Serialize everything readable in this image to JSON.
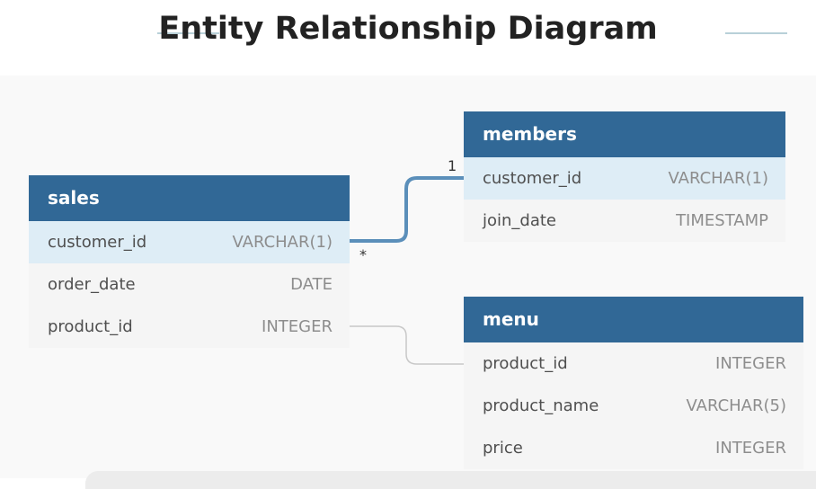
{
  "title": "Entity Relationship Diagram",
  "tables": {
    "sales": {
      "name": "sales",
      "rows": [
        {
          "column": "customer_id",
          "type": "VARCHAR(1)"
        },
        {
          "column": "order_date",
          "type": "DATE"
        },
        {
          "column": "product_id",
          "type": "INTEGER"
        }
      ]
    },
    "members": {
      "name": "members",
      "rows": [
        {
          "column": "customer_id",
          "type": "VARCHAR(1)"
        },
        {
          "column": "join_date",
          "type": "TIMESTAMP"
        }
      ]
    },
    "menu": {
      "name": "menu",
      "rows": [
        {
          "column": "product_id",
          "type": "INTEGER"
        },
        {
          "column": "product_name",
          "type": "VARCHAR(5)"
        },
        {
          "column": "price",
          "type": "INTEGER"
        }
      ]
    }
  },
  "relationships": {
    "sales_members": {
      "from_card": "*",
      "to_card": "1"
    }
  },
  "colors": {
    "table_header": "#316896",
    "key_row": "#deedf6",
    "active_link": "#5b8fba",
    "inactive_link": "#c8c8c8"
  }
}
